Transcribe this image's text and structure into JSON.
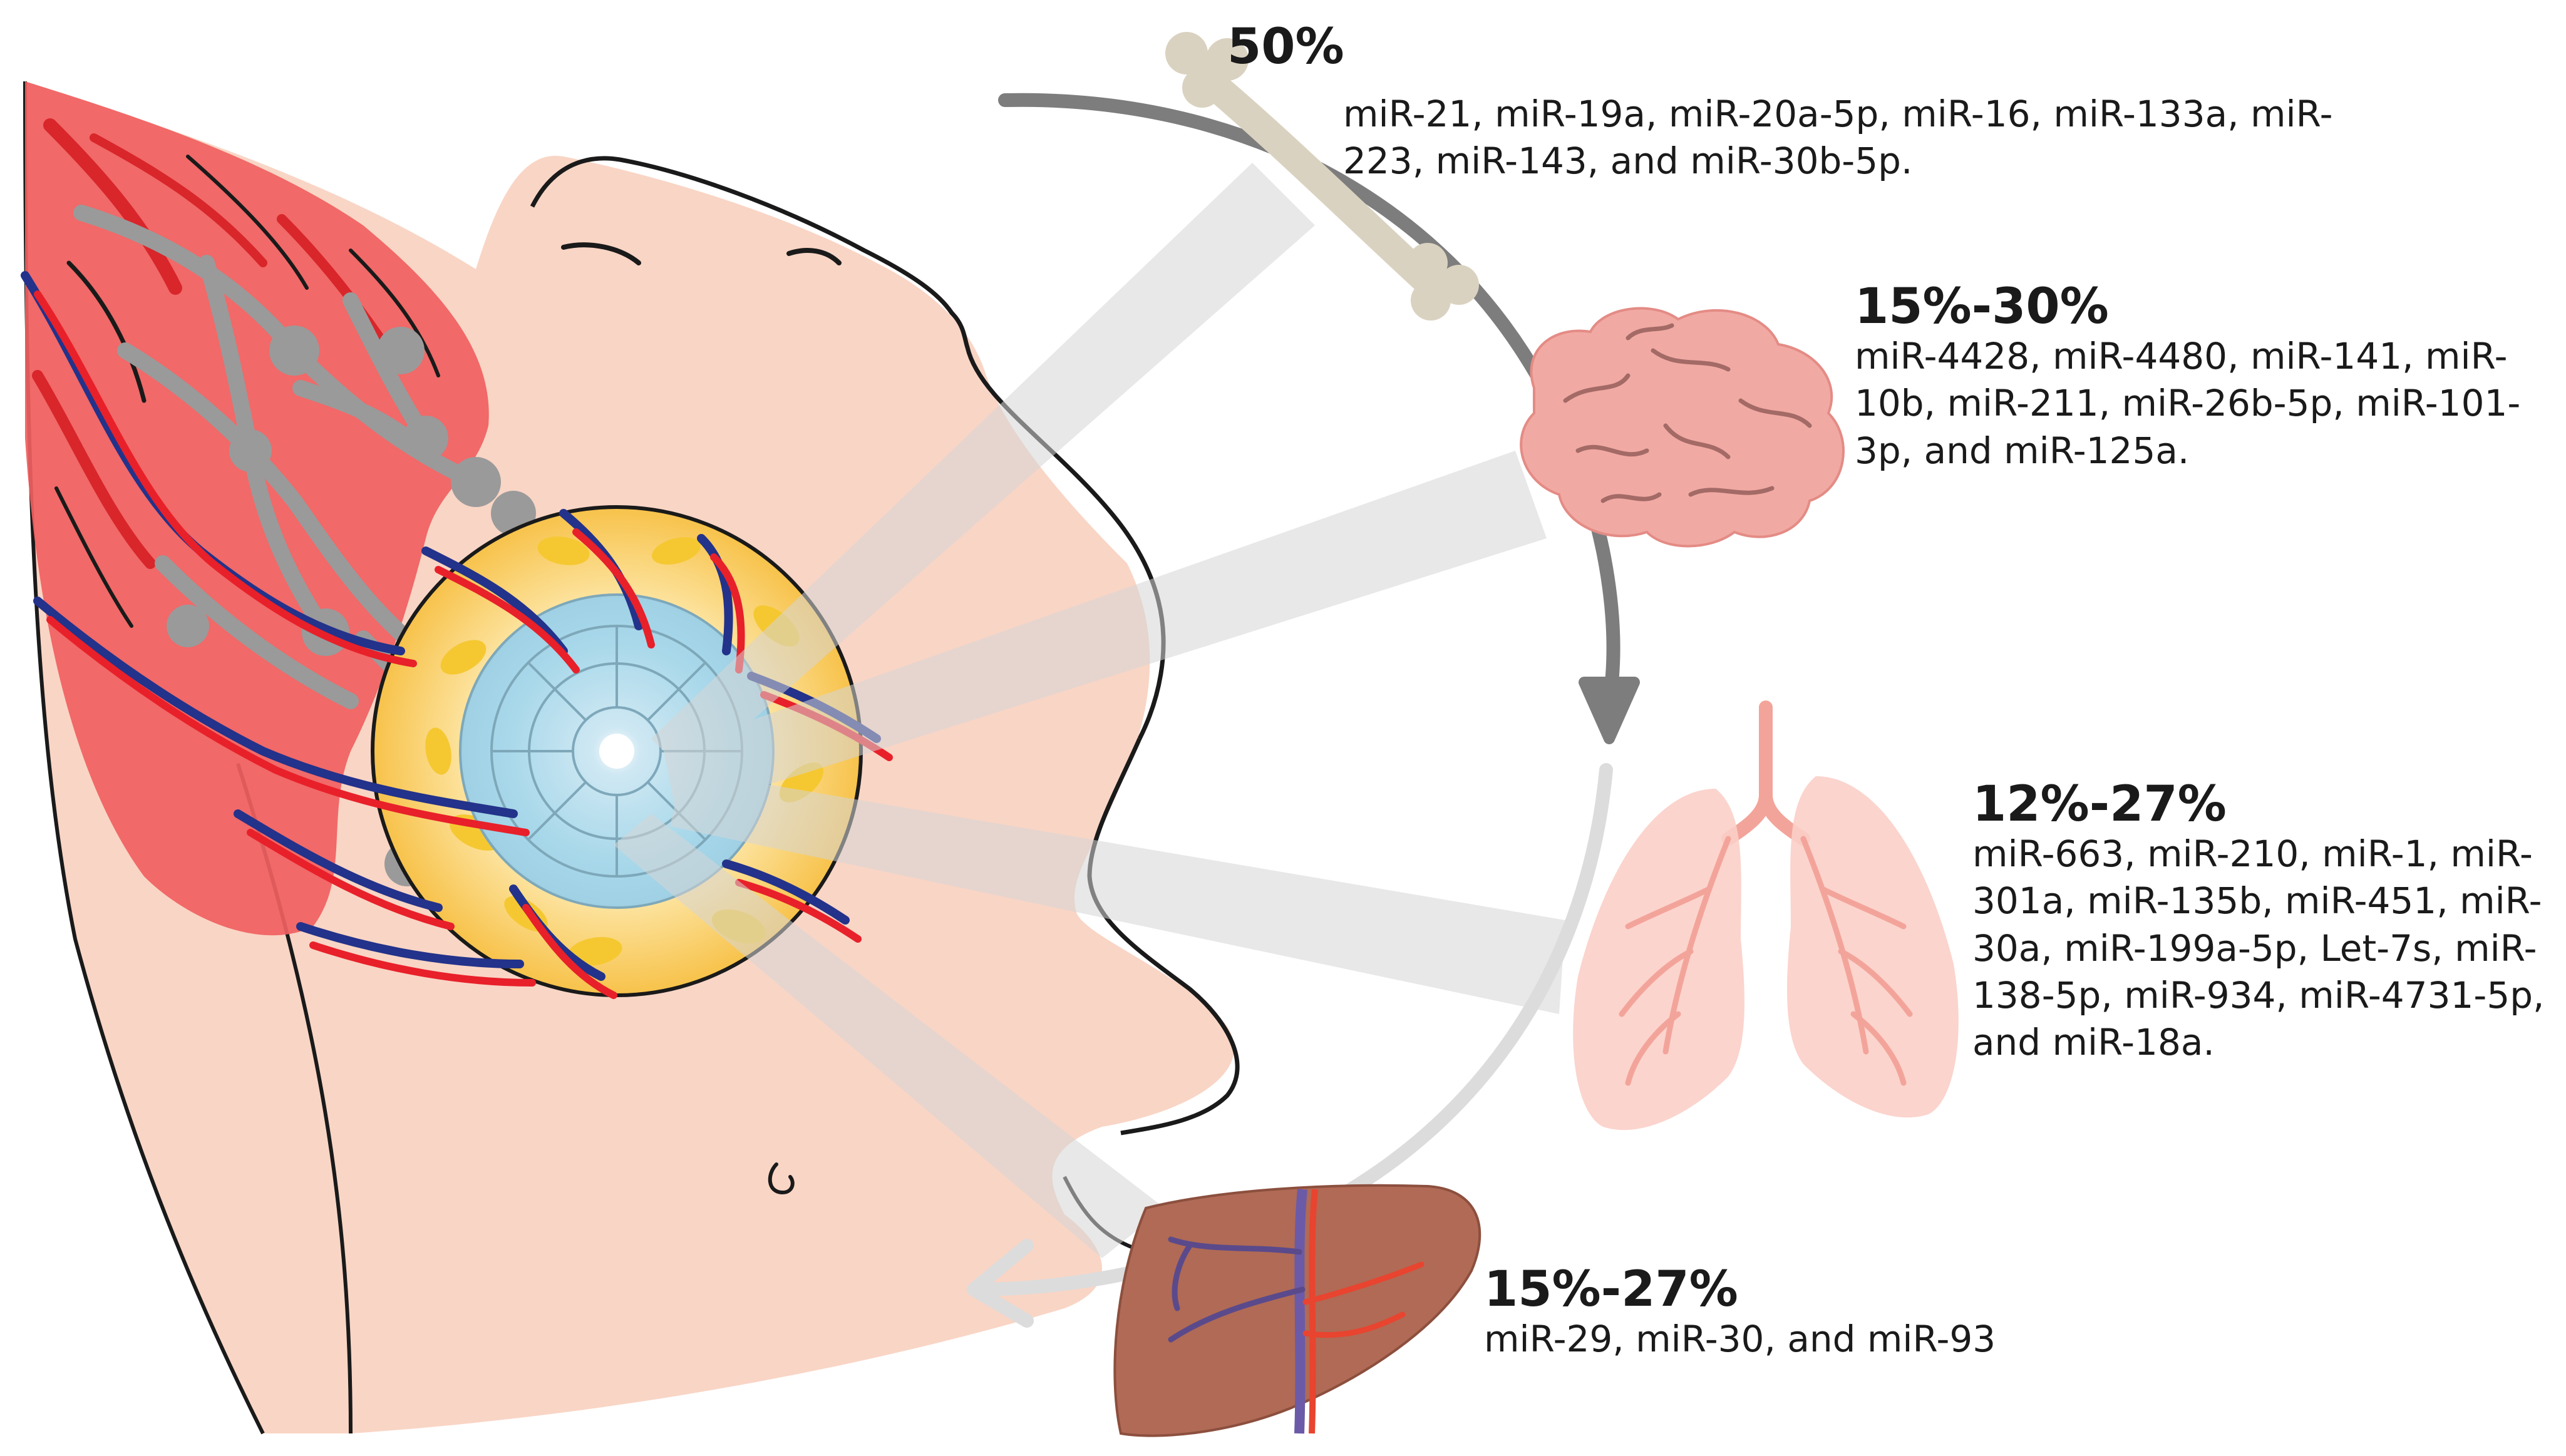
{
  "metastasis_sites": [
    {
      "organ": "bone",
      "organ_icon": "bone-icon",
      "percentage": "50%",
      "mirnas": "miR-21, miR-19a, miR-20a-5p, miR-16, miR-133a, miR-223, miR-143, and miR-30b-5p."
    },
    {
      "organ": "brain",
      "organ_icon": "brain-icon",
      "percentage": "15%-30%",
      "mirnas": "miR-4428, miR-4480, miR-141, miR-10b, miR-211, miR-26b-5p, miR-101-3p, and miR-125a."
    },
    {
      "organ": "lung",
      "organ_icon": "lungs-icon",
      "percentage": "12%-27%",
      "mirnas": "miR-663, miR-210, miR-1, miR-301a, miR-135b, miR-451, miR-30a, miR-199a-5p, Let-7s, miR-138-5p, miR-934, miR-4731-5p, and miR-18a."
    },
    {
      "organ": "liver",
      "organ_icon": "liver-icon",
      "percentage": "15%-27%",
      "mirnas": "miR-29, miR-30, and miR-93"
    }
  ],
  "colors": {
    "skin": "#f9d5c5",
    "outline": "#1a1a1a",
    "artery": "#e8202a",
    "vein": "#23328a",
    "lymph": "#9a9a9a",
    "muscle": "#f06060",
    "fat_tissue": "#f5c832",
    "tumor": "#a8d8ea",
    "bone": "#dad2c0",
    "brain": "#f1a9a3",
    "lung": "#fbcfc8",
    "liver": "#b06a55",
    "arrow_dark": "#7d7d7d",
    "arrow_light": "#dcdcdc",
    "beam": "#e6e6e6"
  }
}
